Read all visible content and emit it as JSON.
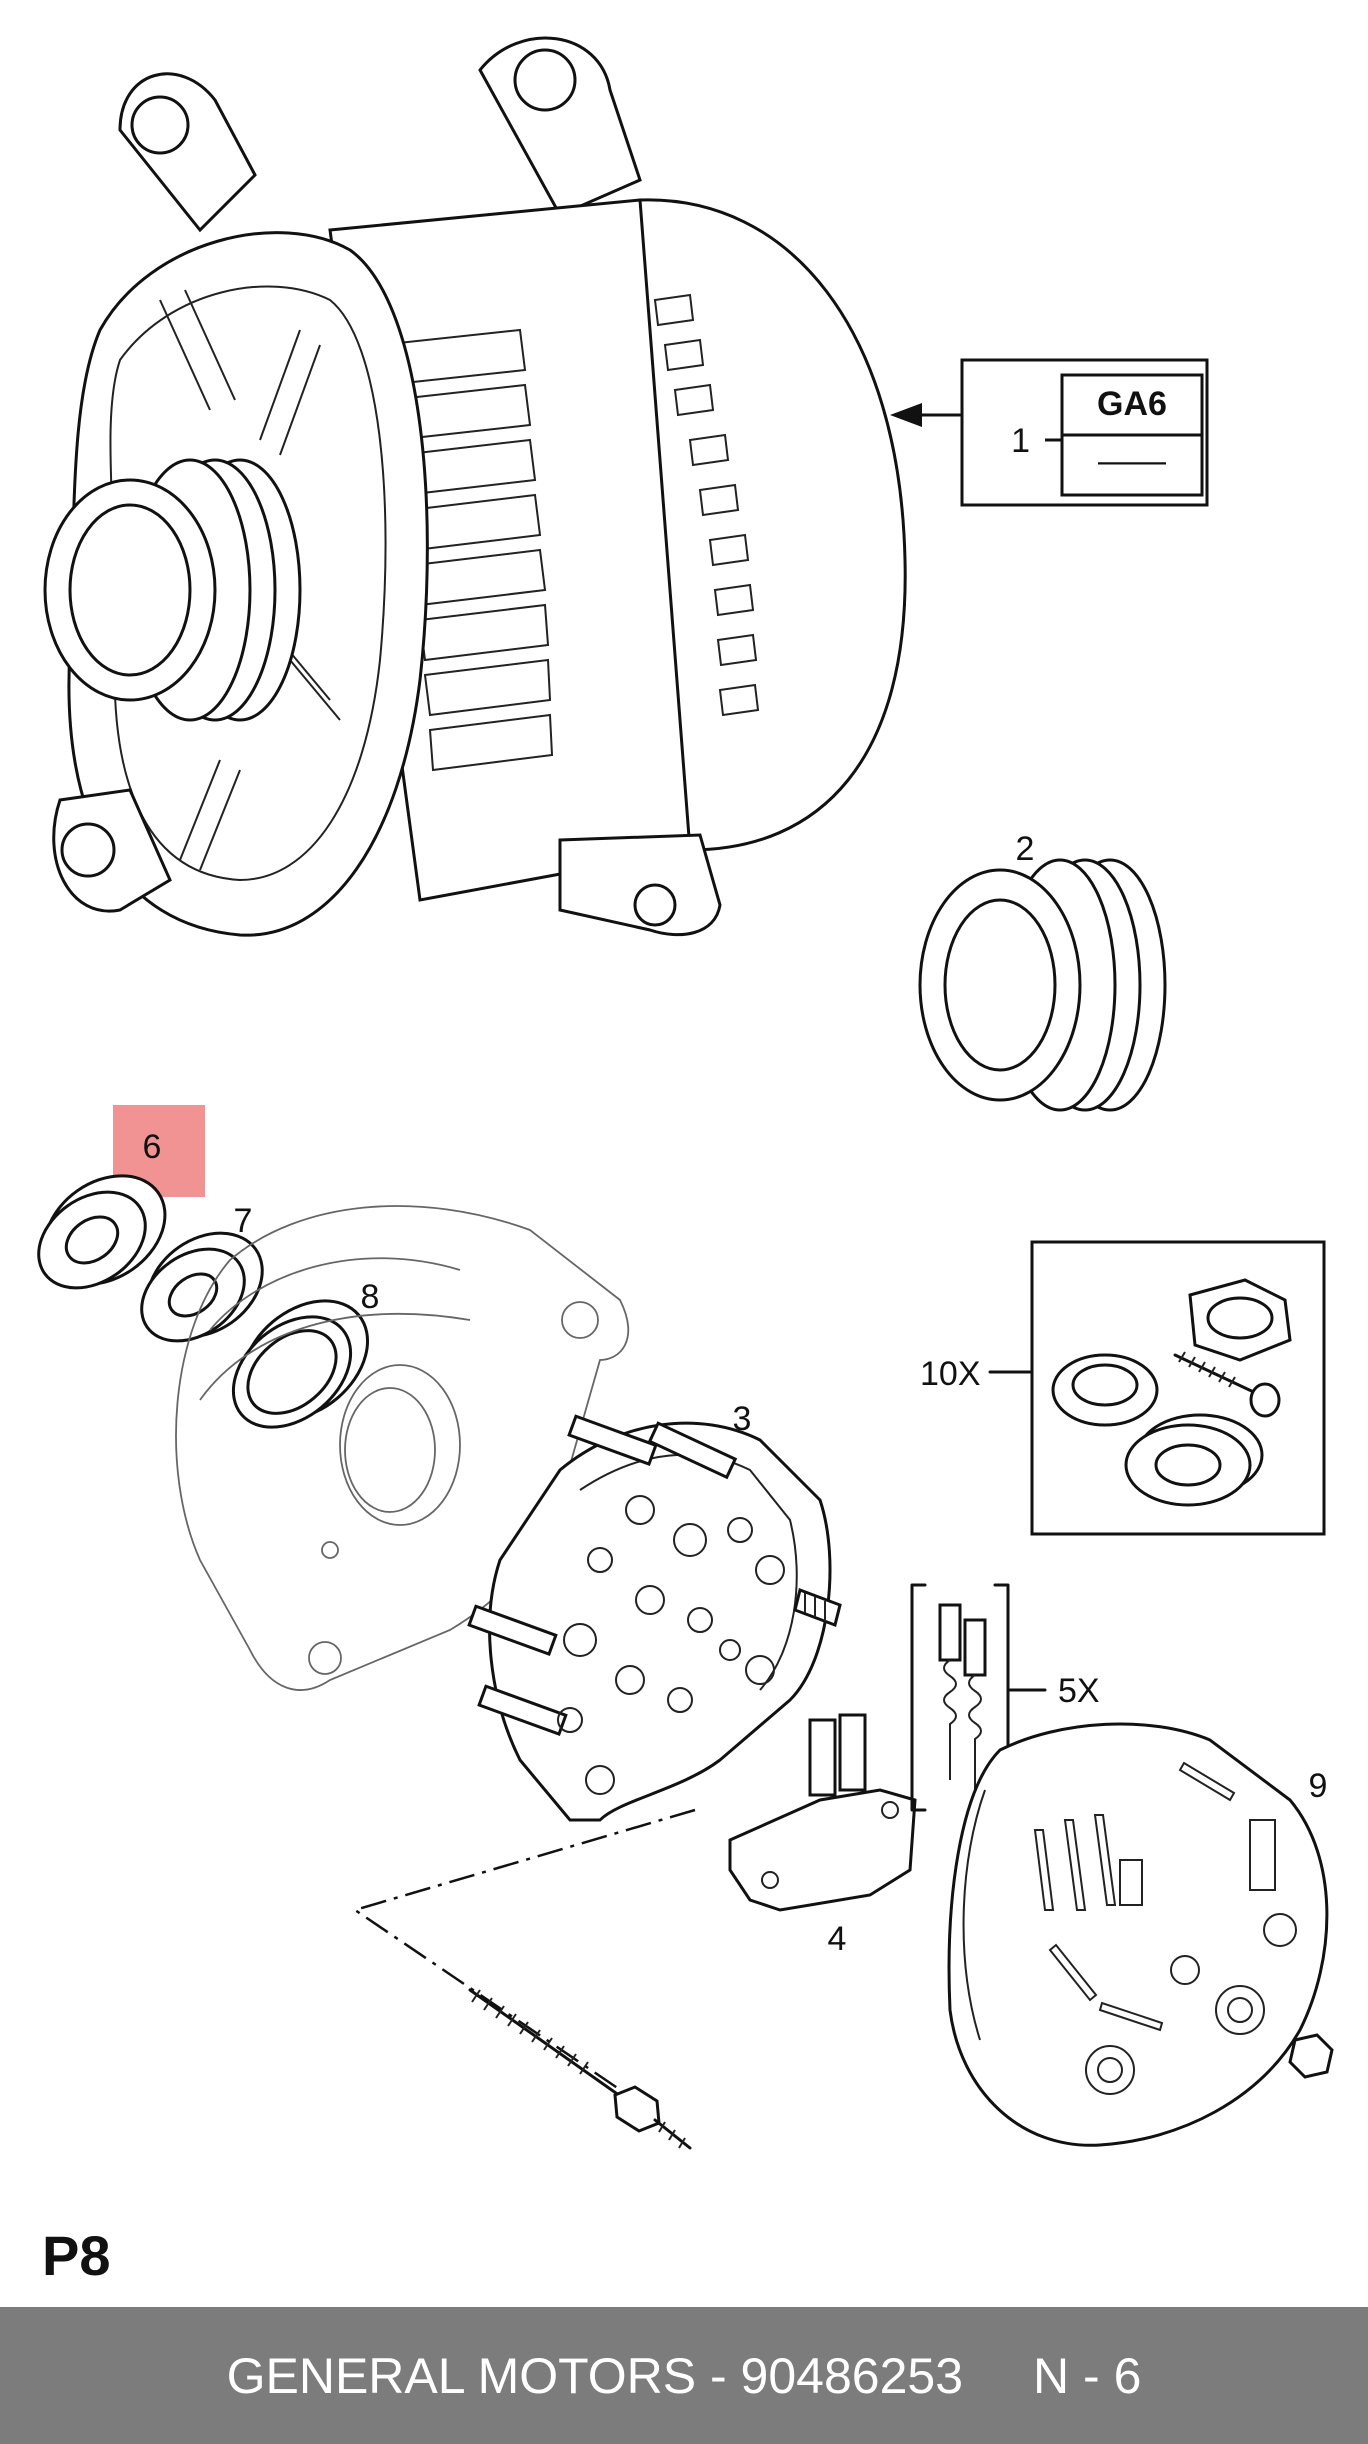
{
  "diagram": {
    "page_label": "P8",
    "callouts": {
      "c1": "1",
      "c2": "2",
      "c3": "3",
      "c4": "4",
      "c5x": "5X",
      "c6": "6",
      "c7": "7",
      "c8": "8",
      "c9": "9",
      "c10x": "10X"
    },
    "code_box": {
      "code": "GA6",
      "dash": "——"
    },
    "highlight_color": "#f08080"
  },
  "footer": {
    "brand_part": "GENERAL MOTORS - 90486253",
    "code": "N - 6"
  }
}
